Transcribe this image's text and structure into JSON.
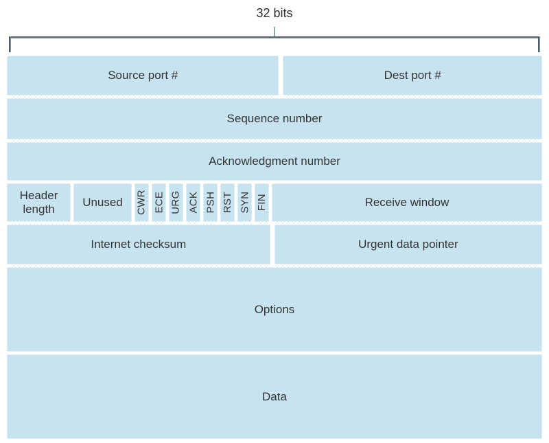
{
  "header": {
    "bracket_label": "32 bits"
  },
  "colors": {
    "background": "#ffffff",
    "cell_fill": "#c8e3f0",
    "label_text": "#333333",
    "bracket_dark": "#4d5a63",
    "bracket_light": "#9fb2bd"
  },
  "rows": [
    {
      "name": "ports",
      "cells": [
        {
          "label": "Source port #"
        },
        {
          "label": "Dest port #"
        }
      ]
    },
    {
      "name": "sequence",
      "cells": [
        {
          "label": "Sequence number"
        }
      ]
    },
    {
      "name": "acknowledgment",
      "cells": [
        {
          "label": "Acknowledgment number"
        }
      ]
    },
    {
      "name": "flags",
      "cells": [
        {
          "label": "Header length"
        },
        {
          "label": "Unused"
        },
        {
          "label": "CWR"
        },
        {
          "label": "ECE"
        },
        {
          "label": "URG"
        },
        {
          "label": "ACK"
        },
        {
          "label": "PSH"
        },
        {
          "label": "RST"
        },
        {
          "label": "SYN"
        },
        {
          "label": "FIN"
        },
        {
          "label": "Receive window"
        }
      ]
    },
    {
      "name": "checksum",
      "cells": [
        {
          "label": "Internet checksum"
        },
        {
          "label": "Urgent data pointer"
        }
      ]
    },
    {
      "name": "options",
      "cells": [
        {
          "label": "Options"
        }
      ]
    },
    {
      "name": "data",
      "cells": [
        {
          "label": "Data"
        }
      ]
    }
  ]
}
